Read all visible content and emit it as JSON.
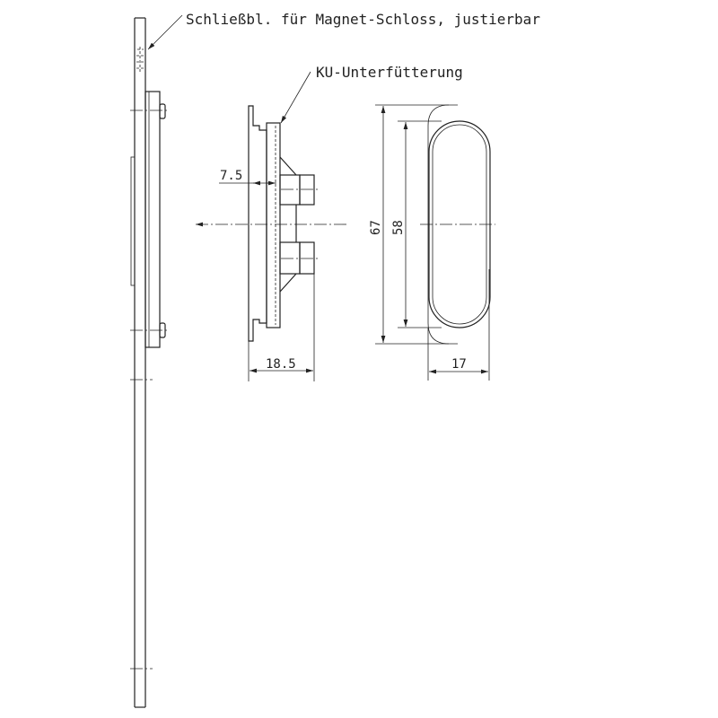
{
  "labels": {
    "strike_plate": "Schließbl. für Magnet-Schloss, justierbar",
    "underlay": "KU-Unterfütterung"
  },
  "dimensions": {
    "offset": "7.5",
    "depth": "18.5",
    "outer_height": "67",
    "inner_height": "58",
    "width": "17"
  }
}
